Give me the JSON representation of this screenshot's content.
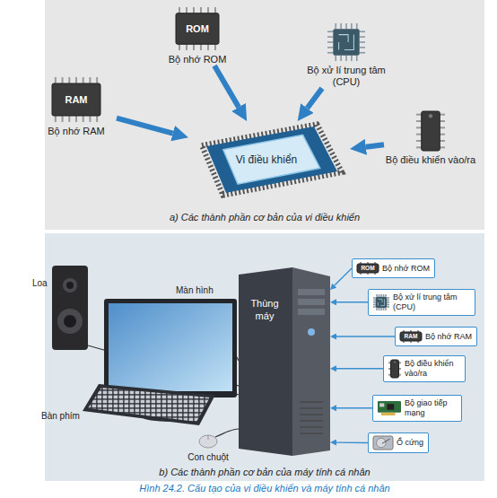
{
  "diagram": {
    "caption": "Hình 24.2. Cấu tạo của vi điều khiển và máy tính cá nhân",
    "nodes": [
      {
        "text": [
          "ROM",
          "Bộ nhớ ROM"
        ]
      },
      {
        "text": [
          "Bộ xử lí trung tâm (CPU)"
        ]
      },
      {
        "text": [
          "RAM",
          "Bộ nhớ RAM"
        ]
      },
      {
        "text": [
          "Vi điều khiển"
        ]
      },
      {
        "text": [
          "Bộ điều khiển vào/ra"
        ]
      },
      {
        "text": [
          "Thùng máy"
        ]
      },
      {
        "text": [
          "ROM",
          "Bộ nhớ ROM"
        ]
      },
      {
        "text": [
          "Bộ xử lí trung tâm (CPU)"
        ]
      },
      {
        "text": [
          "RAM",
          "Bộ nhớ RAM"
        ]
      },
      {
        "text": [
          "Bộ điều khiển vào/ra"
        ]
      },
      {
        "text": [
          "Bộ giao tiếp mạng"
        ]
      },
      {
        "text": [
          "Ổ cứng"
        ]
      }
    ],
    "edges": [
      {
        "from": 0,
        "to": 3,
        "arrow": "to"
      },
      {
        "from": 1,
        "to": 3,
        "arrow": "to"
      },
      {
        "from": 2,
        "to": 3,
        "arrow": "to"
      },
      {
        "from": 4,
        "to": 3,
        "arrow": "to"
      },
      {
        "from": 6,
        "to": 5,
        "arrow": "to"
      },
      {
        "from": 7,
        "to": 5,
        "arrow": "to"
      },
      {
        "from": 8,
        "to": 5,
        "arrow": "to"
      },
      {
        "from": 9,
        "to": 5,
        "arrow": "to"
      },
      {
        "from": 10,
        "to": 5,
        "arrow": "to"
      },
      {
        "from": 11,
        "to": 5,
        "arrow": "to"
      }
    ],
    "labels": [
      "Loa",
      "Màn hình",
      "Bàn phím",
      "Con chuột",
      "a) Các thành phần cơ bản của vi điều khiển",
      "b) Các thành phần cơ bản của máy tính cá nhân"
    ]
  }
}
